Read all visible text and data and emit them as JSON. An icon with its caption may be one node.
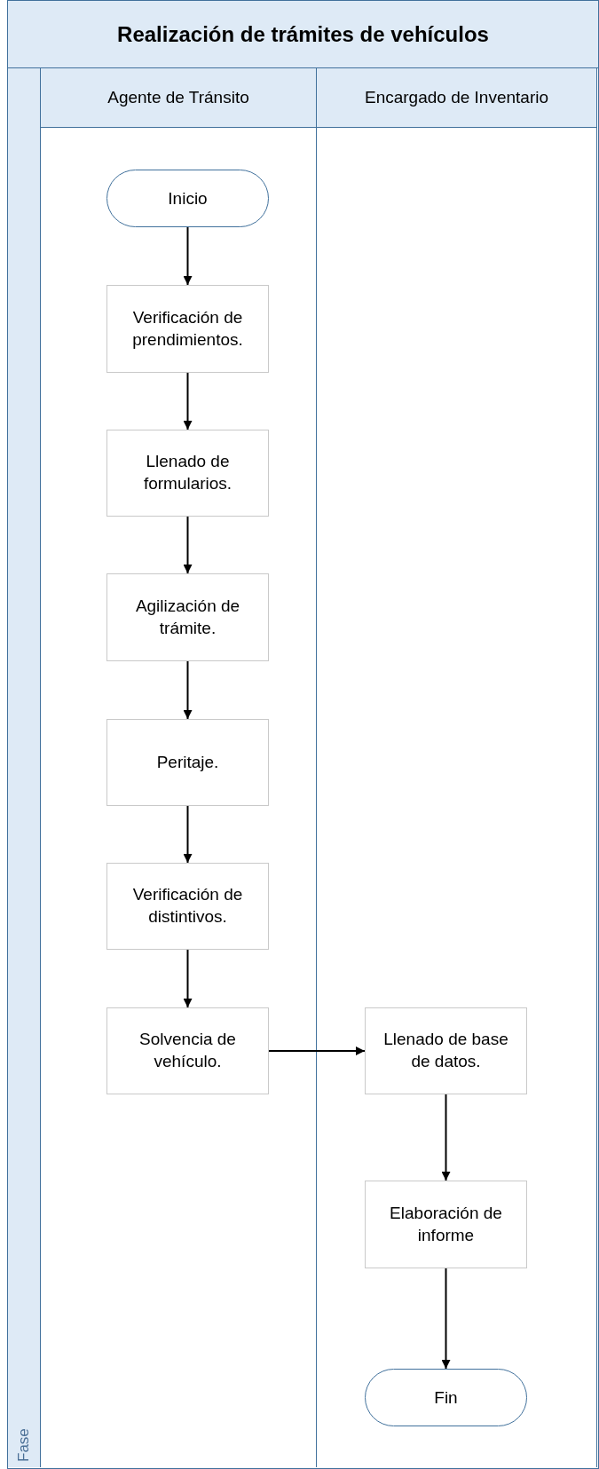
{
  "diagram": {
    "nodes": [
      {
        "text": [
          "Realización de trámites de vehículos"
        ]
      },
      {
        "text": [
          "Fase"
        ],
        "in": 0
      },
      {
        "text": [
          "Agente de Tránsito"
        ],
        "in": 0
      },
      {
        "text": [
          "Encargado de Inventario"
        ],
        "in": 0
      },
      {
        "text": [
          "Inicio"
        ],
        "in": 2
      },
      {
        "text": [
          "Verificación de prendimientos."
        ],
        "in": 2
      },
      {
        "text": [
          "Llenado de formularios."
        ],
        "in": 2
      },
      {
        "text": [
          "Agilización de trámite."
        ],
        "in": 2
      },
      {
        "text": [
          "Peritaje."
        ],
        "in": 2
      },
      {
        "text": [
          "Verificación de distintivos."
        ],
        "in": 2
      },
      {
        "text": [
          "Solvencia de vehículo."
        ],
        "in": 2
      },
      {
        "text": [
          "Llenado de base de datos."
        ],
        "in": 3
      },
      {
        "text": [
          "Elaboración de informe"
        ],
        "in": 3
      },
      {
        "text": [
          "Fin"
        ],
        "in": 3
      }
    ],
    "edges": [
      {
        "from": 4,
        "to": 5,
        "arrow": "to"
      },
      {
        "from": 5,
        "to": 6,
        "arrow": "to"
      },
      {
        "from": 6,
        "to": 7,
        "arrow": "to"
      },
      {
        "from": 7,
        "to": 8,
        "arrow": "to"
      },
      {
        "from": 8,
        "to": 9,
        "arrow": "to"
      },
      {
        "from": 9,
        "to": 10,
        "arrow": "to"
      },
      {
        "from": 10,
        "to": 11,
        "arrow": "to"
      },
      {
        "from": 11,
        "to": 12,
        "arrow": "to"
      },
      {
        "from": 12,
        "to": 13,
        "arrow": "to"
      }
    ]
  }
}
